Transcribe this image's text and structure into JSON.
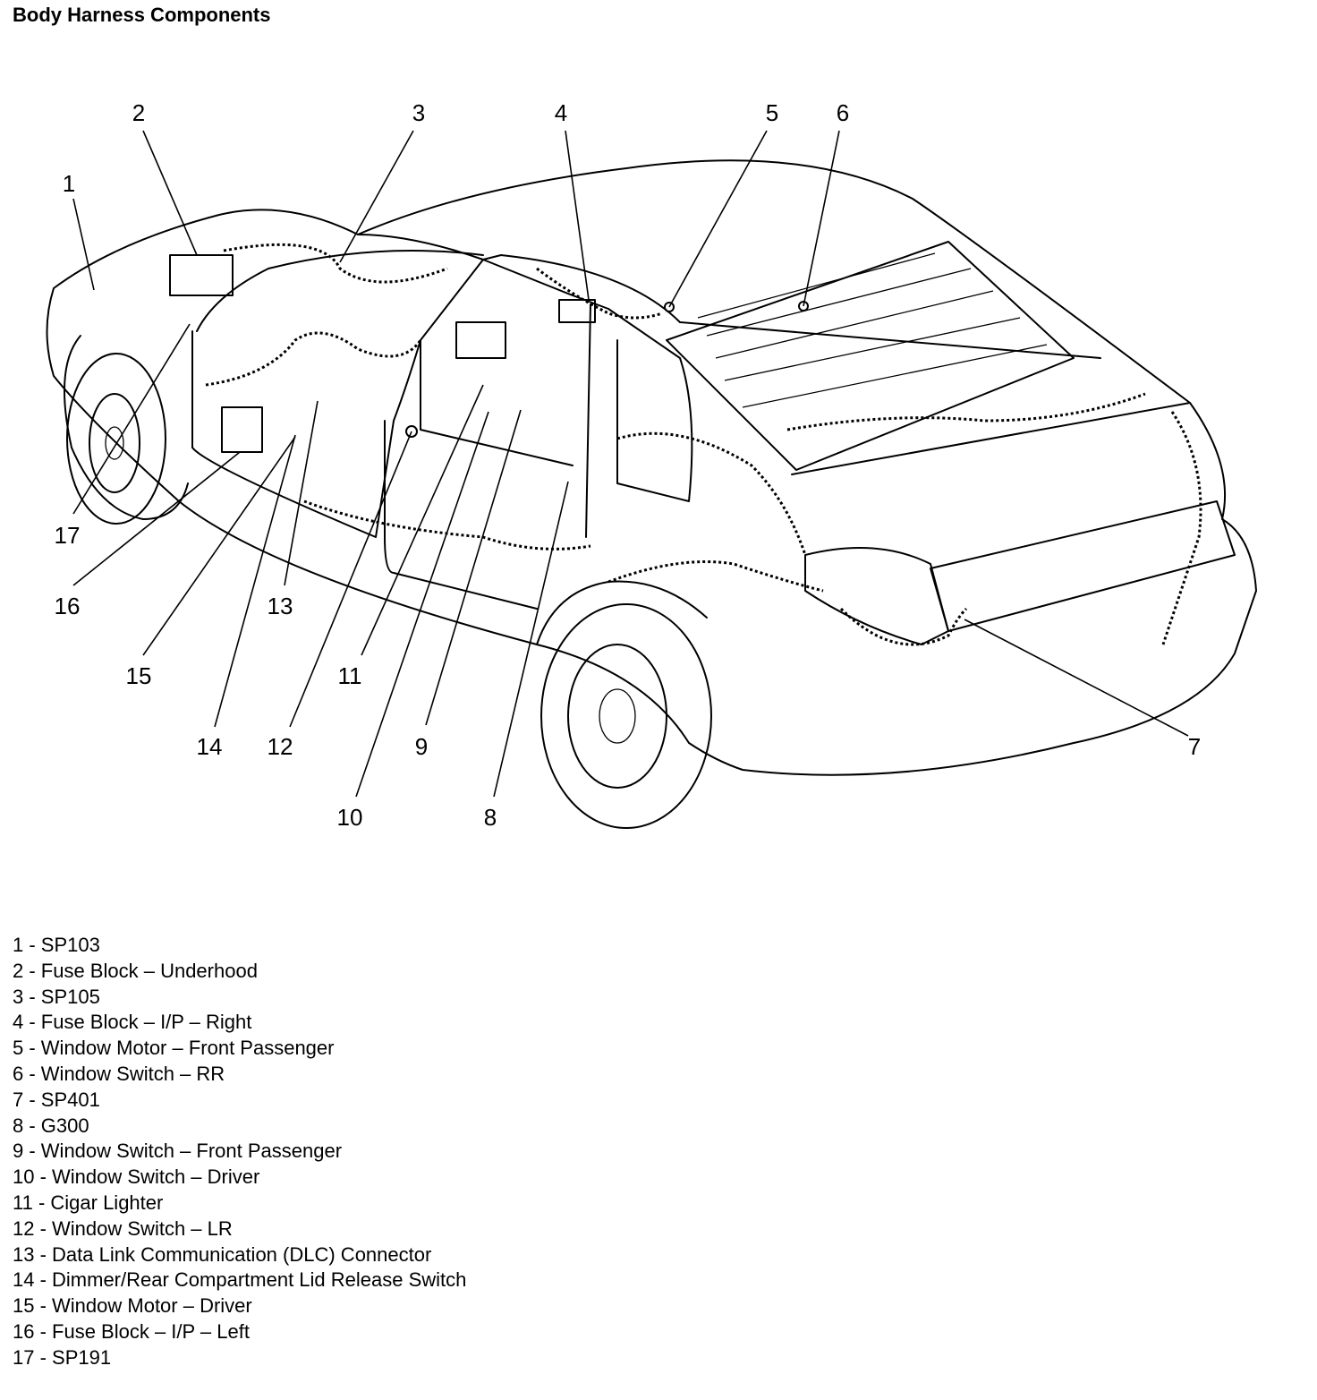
{
  "title": "Body Harness Components",
  "callouts": [
    "1",
    "2",
    "3",
    "4",
    "5",
    "6",
    "7",
    "8",
    "9",
    "10",
    "11",
    "12",
    "13",
    "14",
    "15",
    "16",
    "17"
  ],
  "legend": [
    "1 - SP103",
    "2 - Fuse Block – Underhood",
    "3 - SP105",
    "4 - Fuse Block – I/P – Right",
    "5 - Window Motor – Front Passenger",
    "6 - Window Switch – RR",
    "7 - SP401",
    "8 - G300",
    "9 - Window Switch – Front Passenger",
    "10 - Window Switch – Driver",
    "11 - Cigar Lighter",
    "12 - Window Switch – LR",
    "13 - Data Link Communication (DLC) Connector",
    "14 - Dimmer/Rear Compartment Lid Release Switch",
    "15 - Window Motor – Driver",
    "16 - Fuse Block – I/P – Left",
    "17 - SP191"
  ]
}
